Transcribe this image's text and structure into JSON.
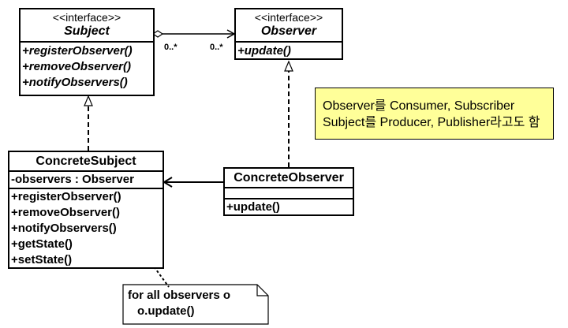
{
  "subject": {
    "stereotype": "<<interface>>",
    "name": "Subject",
    "methods": [
      "+registerObserver()",
      "+removeObserver()",
      "+notifyObservers()"
    ]
  },
  "observer": {
    "stereotype": "<<interface>>",
    "name": "Observer",
    "methods": [
      "+update()"
    ]
  },
  "concrete_subject": {
    "name": "ConcreteSubject",
    "attribute": "-observers : Observer",
    "methods": [
      "+registerObserver()",
      "+removeObserver()",
      "+notifyObservers()",
      "+getState()",
      "+setState()"
    ]
  },
  "concrete_observer": {
    "name": "ConcreteObserver",
    "methods": [
      "+update()"
    ]
  },
  "association": {
    "subject_multiplicity": "0..*",
    "observer_multiplicity": "0..*"
  },
  "note": {
    "line1": "Observer를 Consumer, Subscriber",
    "line2": "Subject를 Producer, Publisher라고도 함",
    "color": "#ffff99"
  },
  "comment": {
    "line1": "for all observers o",
    "line2": "o.update()"
  }
}
